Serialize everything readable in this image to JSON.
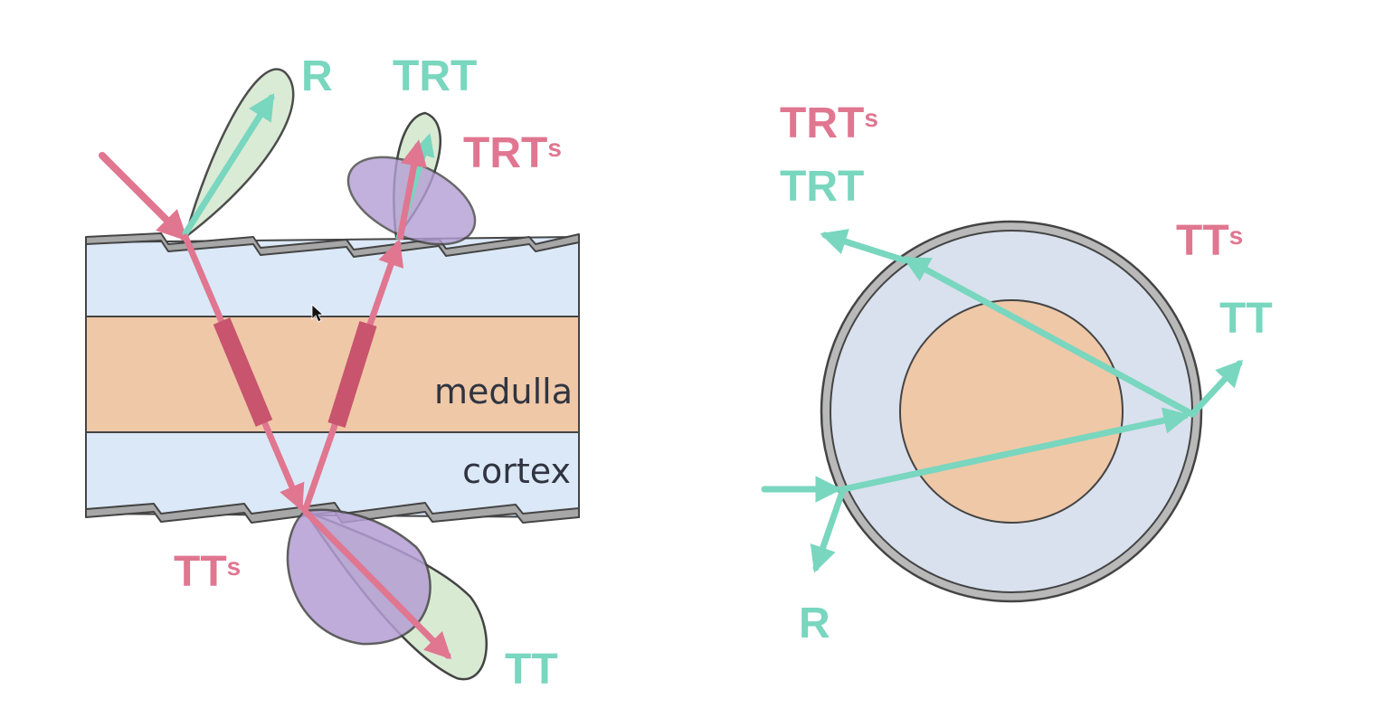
{
  "colors": {
    "teal": "#79d6bf",
    "pink": "#e07690",
    "pink_dark": "#c8546d",
    "cortex_fill": "#dbe8f7",
    "medulla_fill": "#efc8a8",
    "lobe_green": "#d9ead3",
    "lobe_purple": "#b49ed4",
    "cross_cortex": "#d8e1ed",
    "outline": "#444444",
    "cuticle": "#a7a7a7",
    "tissue_text": "#2f3440"
  },
  "left_panel": {
    "labels": {
      "r": "R",
      "trt": "TRT",
      "trts_main": "TRT",
      "trts_sub": "s",
      "tts_main": "TT",
      "tts_sub": "s",
      "tt": "TT"
    },
    "tissue_labels": {
      "medulla": "medulla",
      "cortex": "cortex"
    }
  },
  "right_panel": {
    "labels": {
      "trts_main": "TRT",
      "trts_sub": "s",
      "trt": "TRT",
      "tts_main": "TT",
      "tts_sub": "s",
      "tt": "TT",
      "r": "R"
    }
  }
}
